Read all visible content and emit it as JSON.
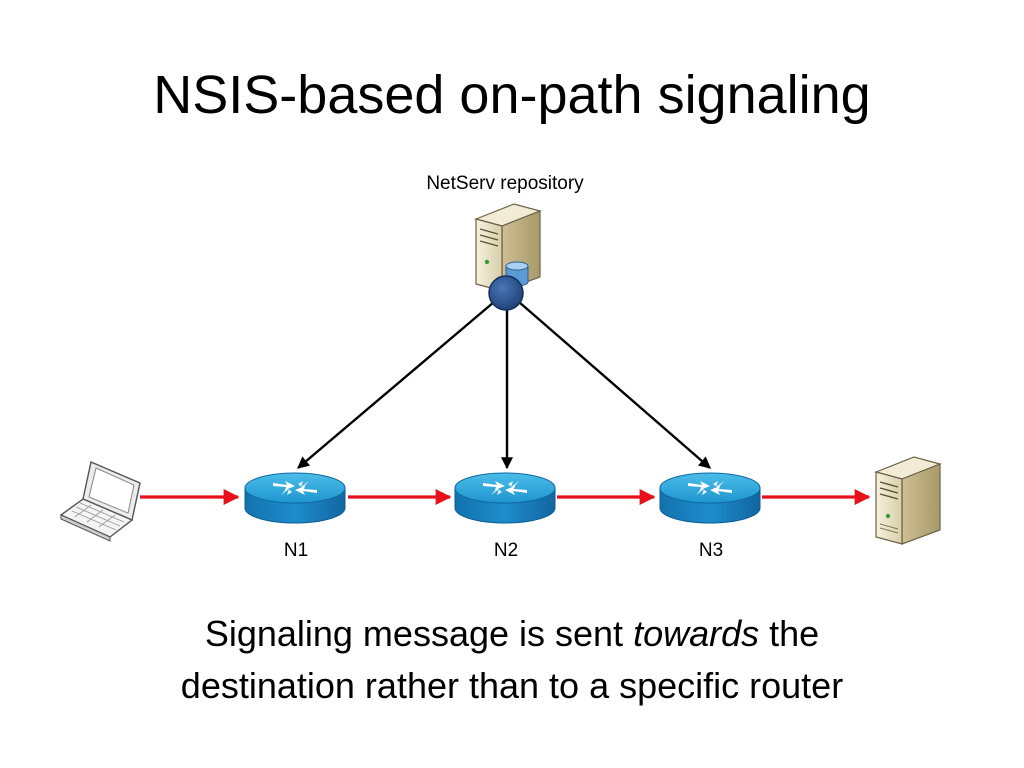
{
  "slide": {
    "title": "NSIS-based on-path signaling",
    "repository_label": "NetServ repository",
    "nodes": [
      {
        "label": "N1"
      },
      {
        "label": "N2"
      },
      {
        "label": "N3"
      }
    ],
    "caption": {
      "line1_before": "Signaling message is sent ",
      "line1_emphasis": "towards",
      "line1_after": " the",
      "line2": "destination rather than to a specific router"
    }
  },
  "colors": {
    "data_path": "#e8101a",
    "signal_path": "#000000",
    "router_top": "#2aa3d8",
    "router_side": "#1577b4",
    "server_body": "#e7dfc6",
    "hub": "#234f8c"
  },
  "icons": {
    "client": "laptop-icon",
    "routers": "router-icon",
    "destination": "server-icon",
    "repository": "database-server-icon"
  }
}
